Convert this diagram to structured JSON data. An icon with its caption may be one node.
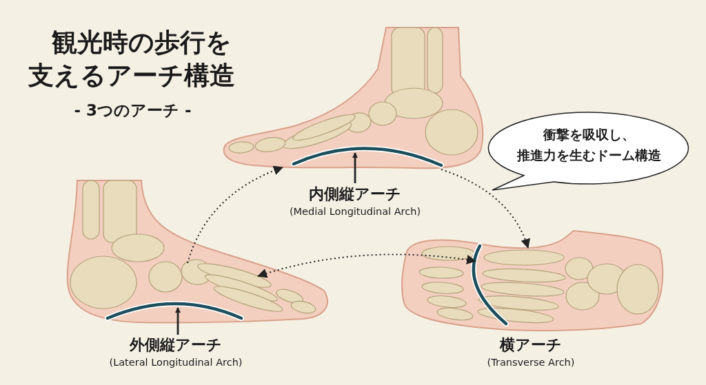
{
  "diagram": {
    "title": "観光時の歩行を支えるアーチ構造",
    "nodes": [
      {
        "text": [],
        "shape": "picture"
      },
      {
        "text": [],
        "shape": "arc",
        "in": 0
      },
      {
        "text": [
          "内側縦アーチ",
          "(Medial Longitudinal Arch)"
        ]
      },
      {
        "text": [
          "衝撃を吸収し、推進力を生むドーム構造"
        ]
      },
      {
        "text": [],
        "shape": "picture"
      },
      {
        "text": [],
        "shape": "arc",
        "in": 4
      },
      {
        "text": [
          "外側縦アーチ",
          "(Lateral Longitudinal Arch)"
        ]
      },
      {
        "text": [],
        "shape": "picture"
      },
      {
        "text": [],
        "shape": "arc",
        "in": 7
      },
      {
        "text": [
          "横アーチ",
          "(Transverse Arch)"
        ]
      }
    ],
    "edges": [
      {
        "from": 2,
        "to": 1,
        "arrow": "to"
      },
      {
        "from": 6,
        "to": 5,
        "arrow": "to"
      },
      {
        "from": 4,
        "to": 0,
        "arrow": "to",
        "style": "dashed"
      },
      {
        "from": 0,
        "to": 7,
        "arrow": "to",
        "style": "dashed"
      },
      {
        "from": 4,
        "to": 7,
        "arrow": "both",
        "style": "dashed"
      }
    ],
    "labels": [
      "- 3つのアーチ -"
    ]
  }
}
